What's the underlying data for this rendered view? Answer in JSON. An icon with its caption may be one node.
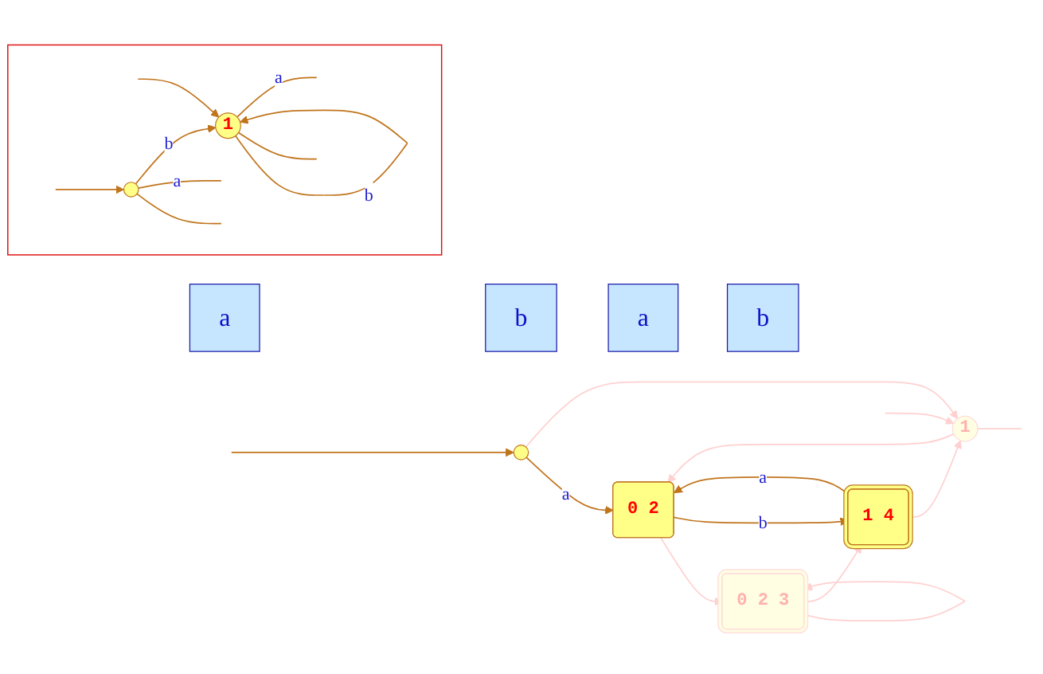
{
  "diagram": {
    "nodes": [
      {
        "text": [
          "a"
        ]
      },
      {
        "text": [
          "b"
        ]
      },
      {
        "text": [
          "a"
        ]
      },
      {
        "text": [
          "b"
        ]
      },
      {
        "text": [],
        "shape": "box"
      },
      {
        "text": [],
        "shape": "circle",
        "in": 4
      },
      {
        "text": [
          "1"
        ],
        "in": 4
      },
      {
        "text": [],
        "shape": "circle"
      },
      {
        "text": [
          "0 2"
        ]
      },
      {
        "text": [
          "0 2 3"
        ]
      },
      {
        "text": [
          "1"
        ]
      },
      {
        "text": [
          "1 4"
        ]
      }
    ],
    "edges": [
      {
        "from": null,
        "to": 5,
        "arrow": "to"
      },
      {
        "from": 5,
        "to": 6,
        "label": "b",
        "arrow": "to"
      },
      {
        "from": 5,
        "to": null,
        "label": "a",
        "arrow": "none"
      },
      {
        "from": 5,
        "to": null,
        "arrow": "none"
      },
      {
        "from": null,
        "to": 6,
        "arrow": "to"
      },
      {
        "from": 6,
        "to": null,
        "label": "a",
        "arrow": "none"
      },
      {
        "from": 6,
        "to": 6,
        "label": "b",
        "arrow": "to"
      },
      {
        "from": 6,
        "to": null,
        "arrow": "none"
      },
      {
        "from": null,
        "to": 7,
        "arrow": "to"
      },
      {
        "from": 7,
        "to": 8,
        "label": "a",
        "arrow": "to"
      },
      {
        "from": 7,
        "to": 10,
        "arrow": "to",
        "color": "#ffd0d0"
      },
      {
        "from": 8,
        "to": 9,
        "arrow": "to",
        "color": "#ffd0d0"
      },
      {
        "from": 9,
        "to": 9,
        "arrow": "to",
        "color": "#ffd0d0"
      },
      {
        "from": 9,
        "to": 11,
        "arrow": "to",
        "color": "#ffd0d0"
      },
      {
        "from": 8,
        "to": 11,
        "label": "b",
        "arrow": "to"
      },
      {
        "from": 11,
        "to": 8,
        "label": "a",
        "arrow": "to"
      },
      {
        "from": 11,
        "to": 10,
        "arrow": "to",
        "color": "#ffd0d0"
      },
      {
        "from": 10,
        "to": 8,
        "arrow": "to",
        "color": "#ffd0d0"
      },
      {
        "from": null,
        "to": 10,
        "arrow": "to",
        "color": "#ffd0d0"
      },
      {
        "from": 10,
        "to": null,
        "arrow": "none",
        "color": "#ffd0d0"
      }
    ]
  }
}
